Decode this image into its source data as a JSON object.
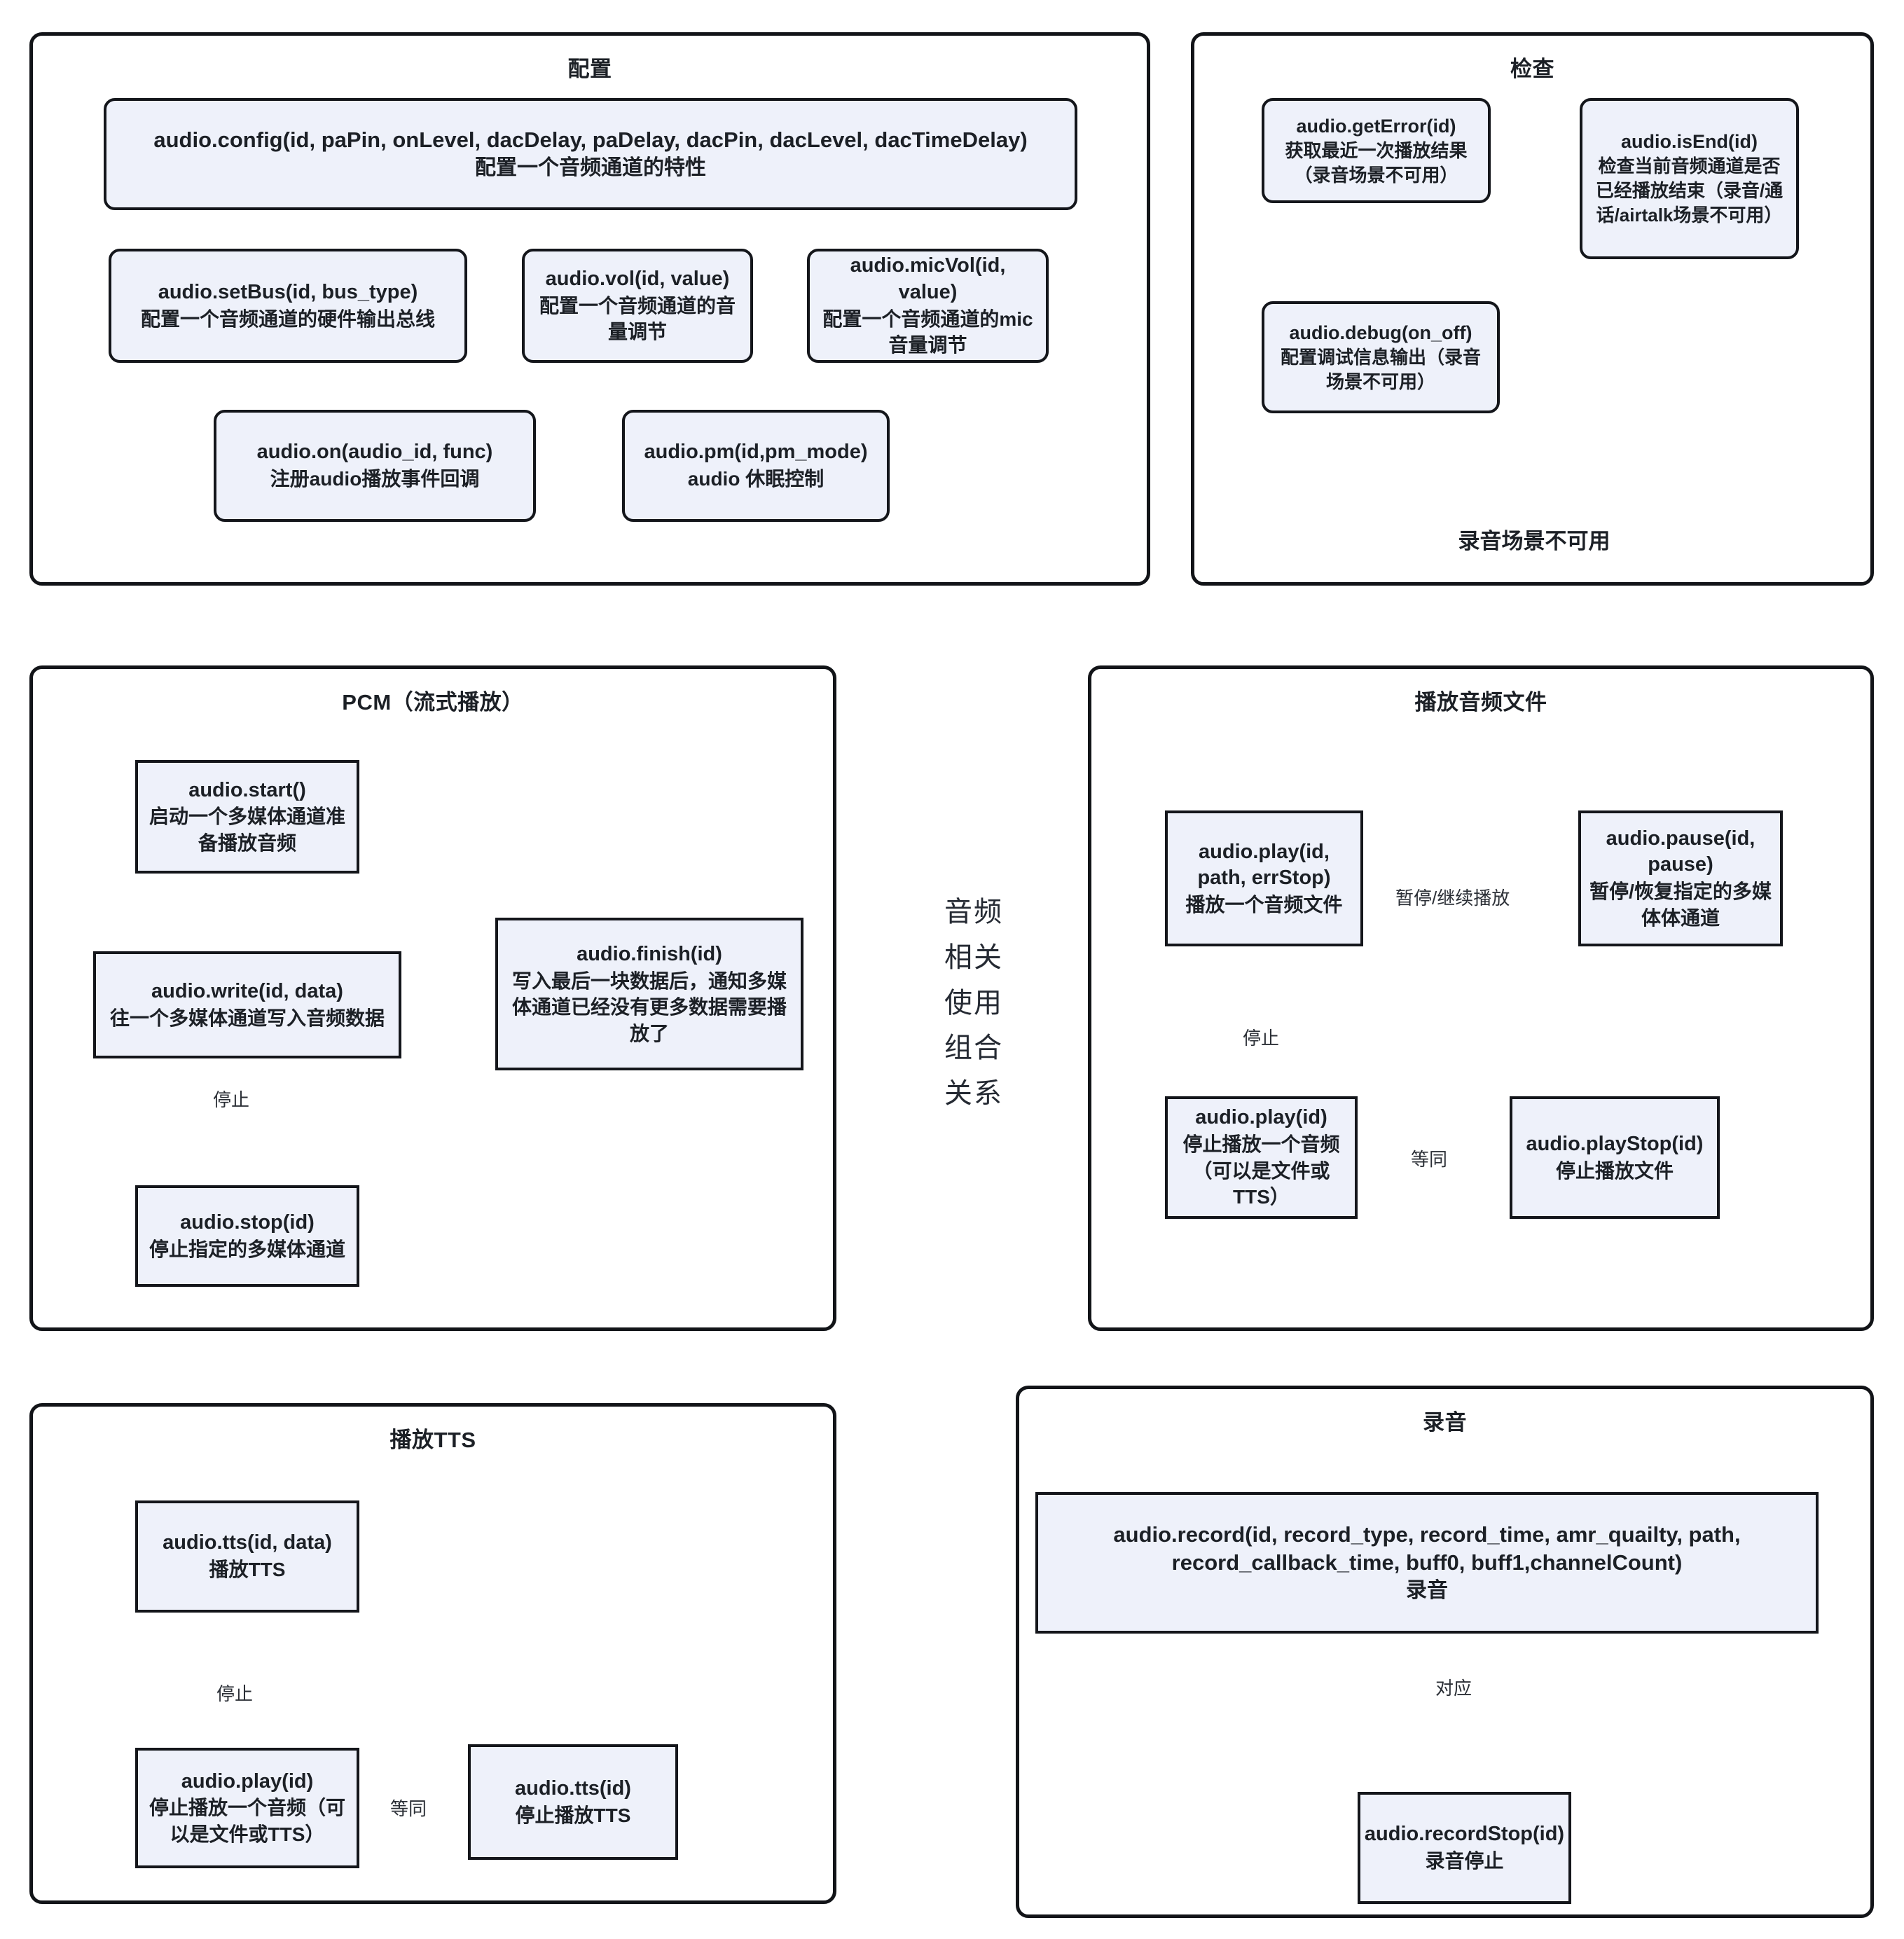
{
  "diagram": {
    "center_caption_lines": [
      "音频",
      "相关",
      "使用",
      "组合",
      "关系"
    ],
    "colors": {
      "node_fill": "#eef1fa",
      "node_border": "#14161b",
      "panel_border": "#121418",
      "text": "#1c2026",
      "background": "#ffffff"
    }
  },
  "panels": {
    "config": {
      "title": "配置",
      "nodes": {
        "config": {
          "fn": "audio.config(id, paPin, onLevel, dacDelay, paDelay, dacPin, dacLevel, dacTimeDelay)",
          "desc": "配置一个音频通道的特性"
        },
        "setbus": {
          "fn": "audio.setBus(id, bus_type)",
          "desc": "配置一个音频通道的硬件输出总线"
        },
        "vol": {
          "fn": "audio.vol(id, value)",
          "desc": "配置一个音频通道的音量调节"
        },
        "micvol": {
          "fn": "audio.micVol(id, value)",
          "desc": "配置一个音频通道的mic音量调节"
        },
        "on": {
          "fn": "audio.on(audio_id, func)",
          "desc": "注册audio播放事件回调"
        },
        "pm": {
          "fn": "audio.pm(id,pm_mode)",
          "desc": "audio 休眠控制"
        }
      }
    },
    "check": {
      "title": "检查",
      "footer_note": "录音场景不可用",
      "nodes": {
        "geterror": {
          "fn": "audio.getError(id)",
          "desc": "获取最近一次播放结果（录音场景不可用）"
        },
        "isend": {
          "fn": "audio.isEnd(id)",
          "desc": "检查当前音频通道是否已经播放结束（录音/通话/airtalk场景不可用）"
        },
        "debug": {
          "fn": "audio.debug(on_off)",
          "desc": "配置调试信息输出（录音场景不可用）"
        }
      }
    },
    "pcm": {
      "title": "PCM（流式播放）",
      "nodes": {
        "start": {
          "fn": "audio.start()",
          "desc": "启动一个多媒体通道准备播放音频"
        },
        "write": {
          "fn": "audio.write(id, data)",
          "desc": "往一个多媒体通道写入音频数据"
        },
        "finish": {
          "fn": "audio.finish(id)",
          "desc": "写入最后一块数据后，通知多媒体通道已经没有更多数据需要播放了"
        },
        "stop": {
          "fn": "audio.stop(id)",
          "desc": "停止指定的多媒体通道"
        }
      },
      "edges": {
        "write_to_stop": "停止"
      }
    },
    "playfile": {
      "title": "播放音频文件",
      "nodes": {
        "play_path": {
          "fn": "audio.play(id, path, errStop)",
          "desc": "播放一个音频文件"
        },
        "pause": {
          "fn": "audio.pause(id, pause)",
          "desc": "暂停/恢复指定的多媒体体通道"
        },
        "play_id": {
          "fn": "audio.play(id)",
          "desc": "停止播放一个音频（可以是文件或TTS）"
        },
        "playstop": {
          "fn": "audio.playStop(id)",
          "desc": "停止播放文件"
        }
      },
      "edges": {
        "play_to_pause": "暂停/继续播放",
        "play_to_stop": "停止",
        "playstop_equiv": "等同"
      }
    },
    "tts": {
      "title": "播放TTS",
      "nodes": {
        "tts_play": {
          "fn": "audio.tts(id, data)",
          "desc": "播放TTS"
        },
        "play_id": {
          "fn": "audio.play(id)",
          "desc": "停止播放一个音频（可以是文件或TTS）"
        },
        "tts_stop": {
          "fn": "audio.tts(id)",
          "desc": "停止播放TTS"
        }
      },
      "edges": {
        "tts_to_stop": "停止",
        "tts_equiv": "等同"
      }
    },
    "record": {
      "title": "录音",
      "nodes": {
        "record": {
          "fn": "audio.record(id, record_type, record_time, amr_quailty, path, record_callback_time, buff0, buff1,channelCount)",
          "desc": "录音"
        },
        "recordstop": {
          "fn": "audio.recordStop(id)",
          "desc": "录音停止"
        }
      },
      "edges": {
        "record_to_stop": "对应"
      }
    }
  }
}
